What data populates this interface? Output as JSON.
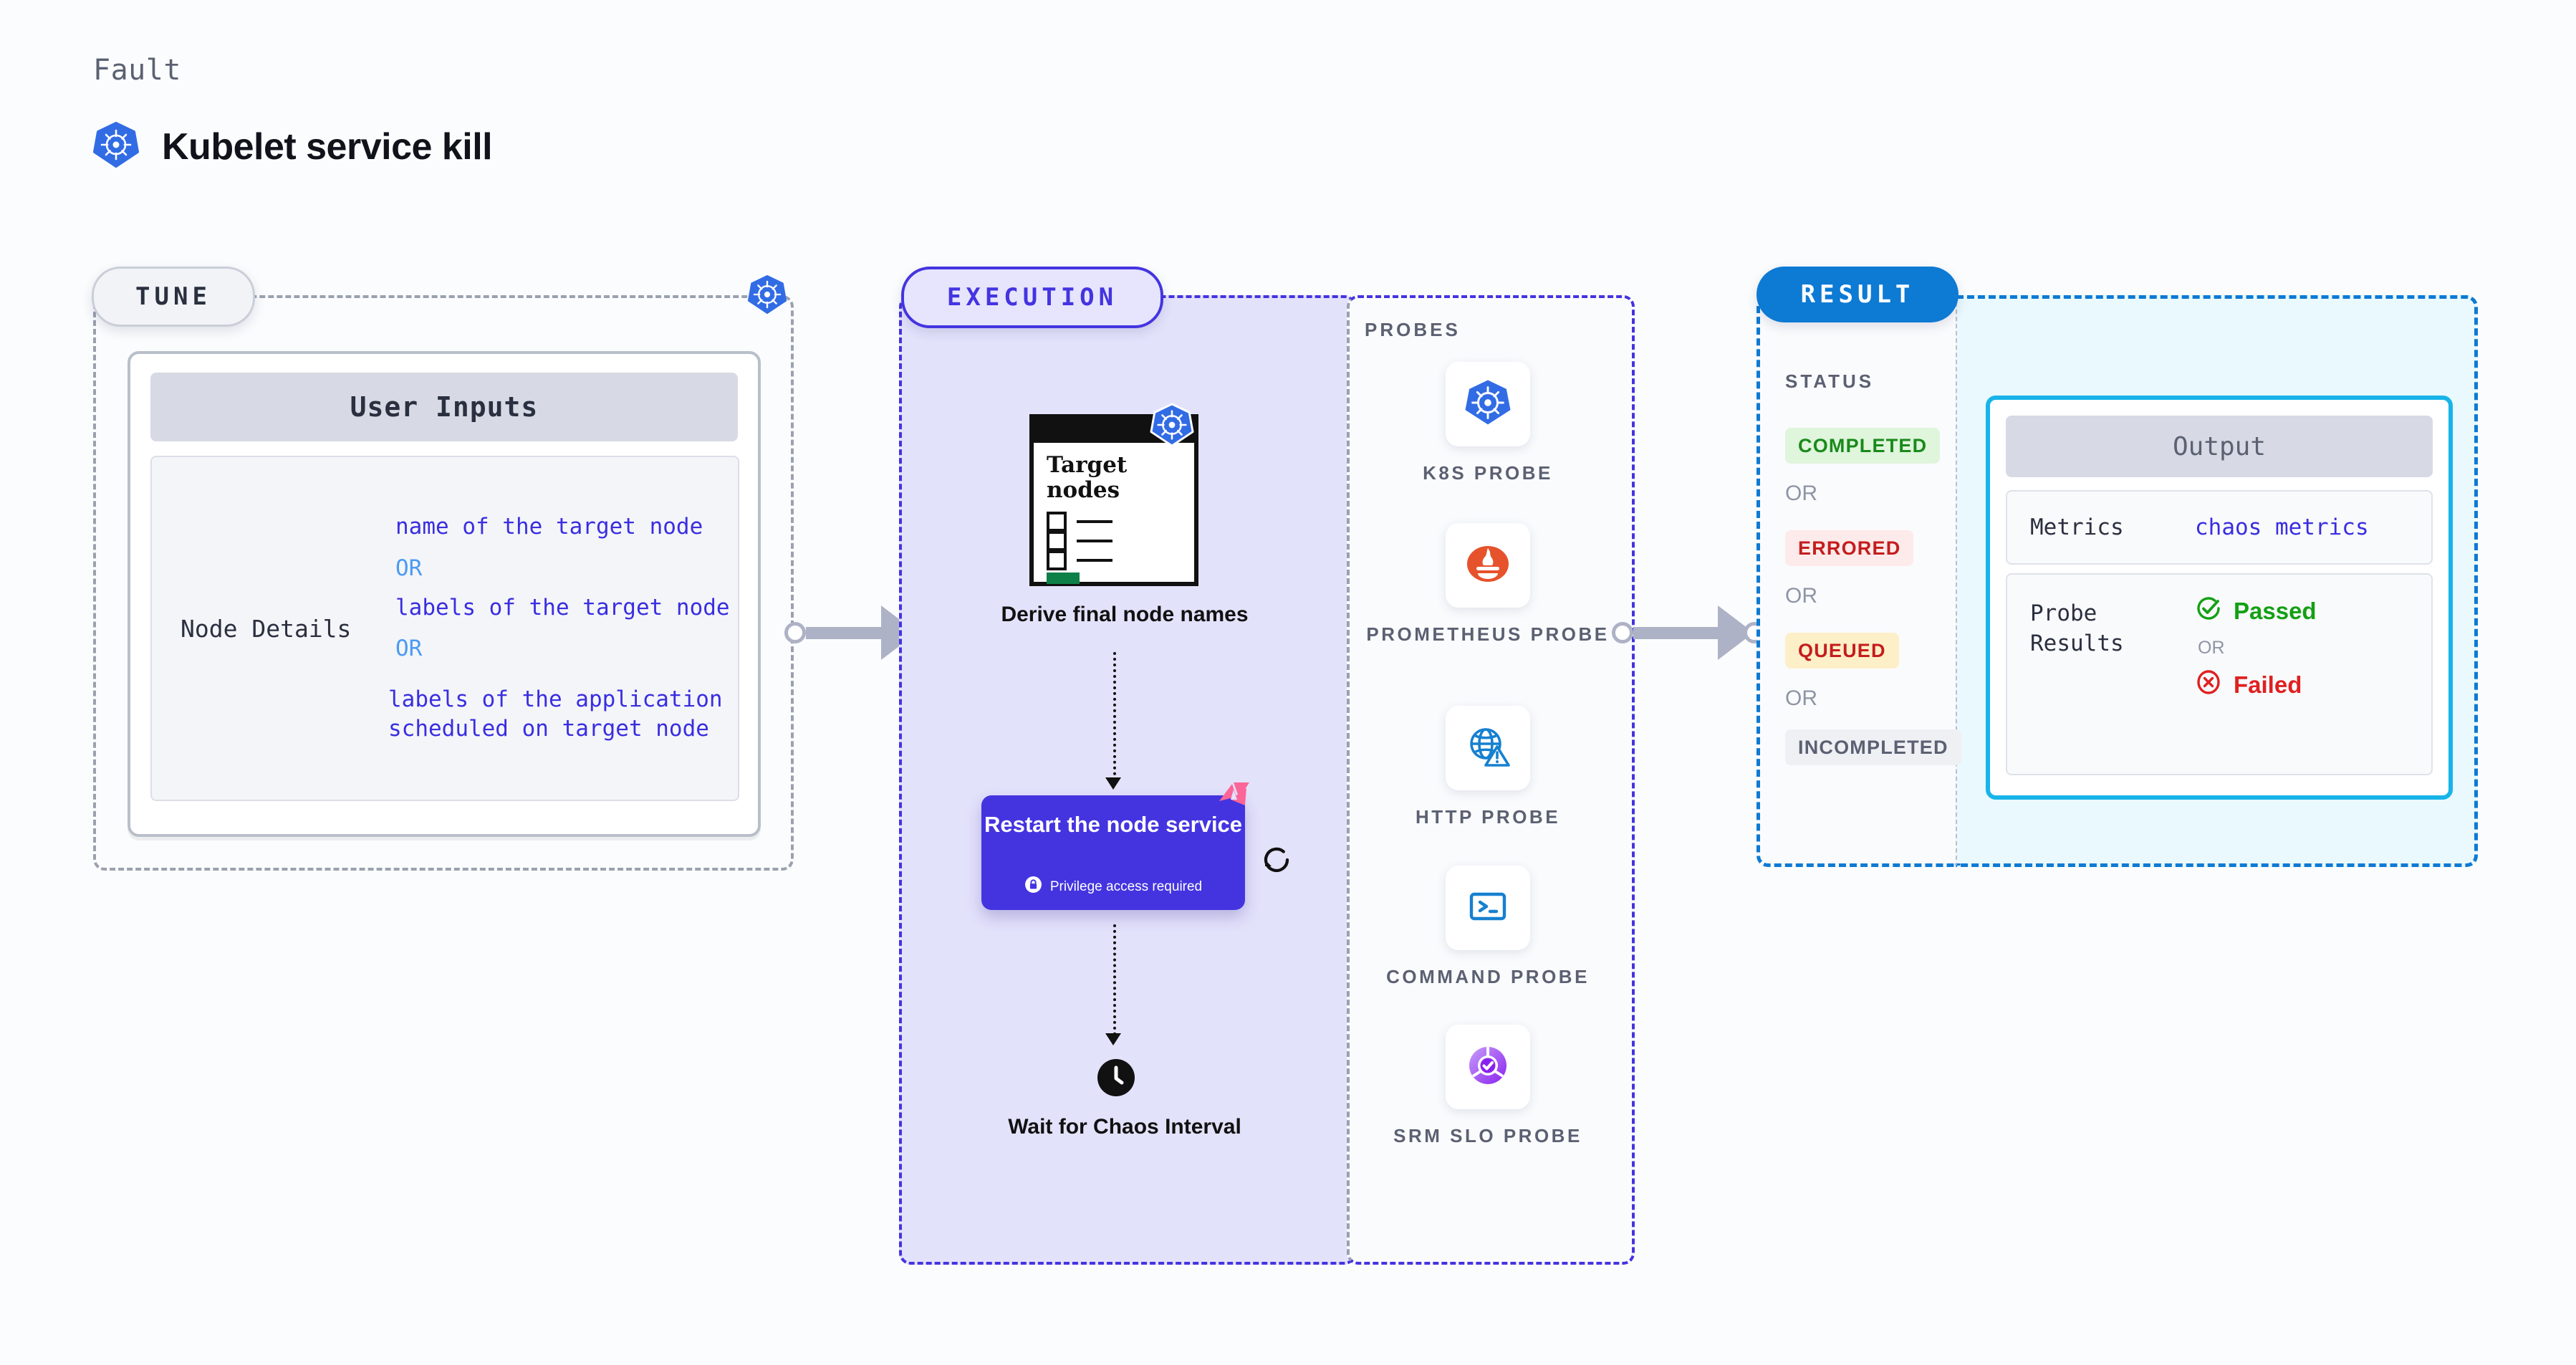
{
  "header": {
    "eyebrow": "Fault",
    "title": "Kubelet service kill",
    "icon": "kubernetes-icon"
  },
  "tune": {
    "pill_label": "TUNE",
    "badge_icon": "kubernetes-icon",
    "card_title": "User Inputs",
    "rows": [
      {
        "key": "Node Details",
        "values": [
          "name of the target node",
          "labels of the target node",
          "labels of the application scheduled on target node"
        ],
        "separator": "OR"
      }
    ]
  },
  "execution": {
    "pill_label": "EXECUTION",
    "steps": [
      {
        "id": "derive-node-names",
        "card_title": "Target nodes",
        "card_icon": "kubernetes-icon",
        "label": "Derive final node names"
      },
      {
        "id": "restart-node-service",
        "title": "Restart the node service",
        "privilege_note": "Privilege access required",
        "privilege_icon": "lock-icon",
        "corner_icon": "litmus-chaos-icon",
        "side_icon": "retry-circular-arrow-icon"
      },
      {
        "id": "wait-chaos-interval",
        "icon": "clock-icon",
        "label": "Wait for Chaos Interval"
      }
    ]
  },
  "probes": {
    "title": "PROBES",
    "items": [
      {
        "label": "K8S PROBE",
        "icon": "kubernetes-icon"
      },
      {
        "label": "PROMETHEUS PROBE",
        "icon": "prometheus-icon"
      },
      {
        "label": "HTTP PROBE",
        "icon": "globe-warning-icon"
      },
      {
        "label": "COMMAND PROBE",
        "icon": "terminal-icon"
      },
      {
        "label": "SRM SLO PROBE",
        "icon": "srm-slo-donut-check-icon"
      }
    ]
  },
  "result": {
    "pill_label": "RESULT",
    "status_title": "STATUS",
    "separator": "OR",
    "statuses": [
      {
        "label": "COMPLETED",
        "color": "#1a8a1a",
        "bg": "#dff5dc"
      },
      {
        "label": "ERRORED",
        "color": "#c41d1d",
        "bg": "#fdeaea"
      },
      {
        "label": "QUEUED",
        "color": "#c41d1d",
        "bg": "#fdefc8"
      },
      {
        "label": "INCOMPLETED",
        "color": "#5b6172",
        "bg": "#eff0f4"
      }
    ],
    "output": {
      "title": "Output",
      "metrics_key": "Metrics",
      "metrics_value": "chaos metrics",
      "metrics_value_color": "#3a2ee0",
      "probe_key": "Probe Results",
      "probe_pass": "Passed",
      "probe_pass_icon": "check-circle-icon",
      "probe_pass_color": "#14a014",
      "probe_or": "OR",
      "probe_fail": "Failed",
      "probe_fail_icon": "x-circle-icon",
      "probe_fail_color": "#e02020"
    }
  },
  "connectors": [
    {
      "id": "tune-to-execution",
      "icon": "arrow-right-icon"
    },
    {
      "id": "execution-to-result",
      "icon": "arrow-right-icon"
    }
  ],
  "colors": {
    "execution_accent": "#4434e0",
    "result_accent": "#0d7ad4",
    "tune_accent": "#9aa1ae",
    "output_border": "#18b4e9"
  }
}
